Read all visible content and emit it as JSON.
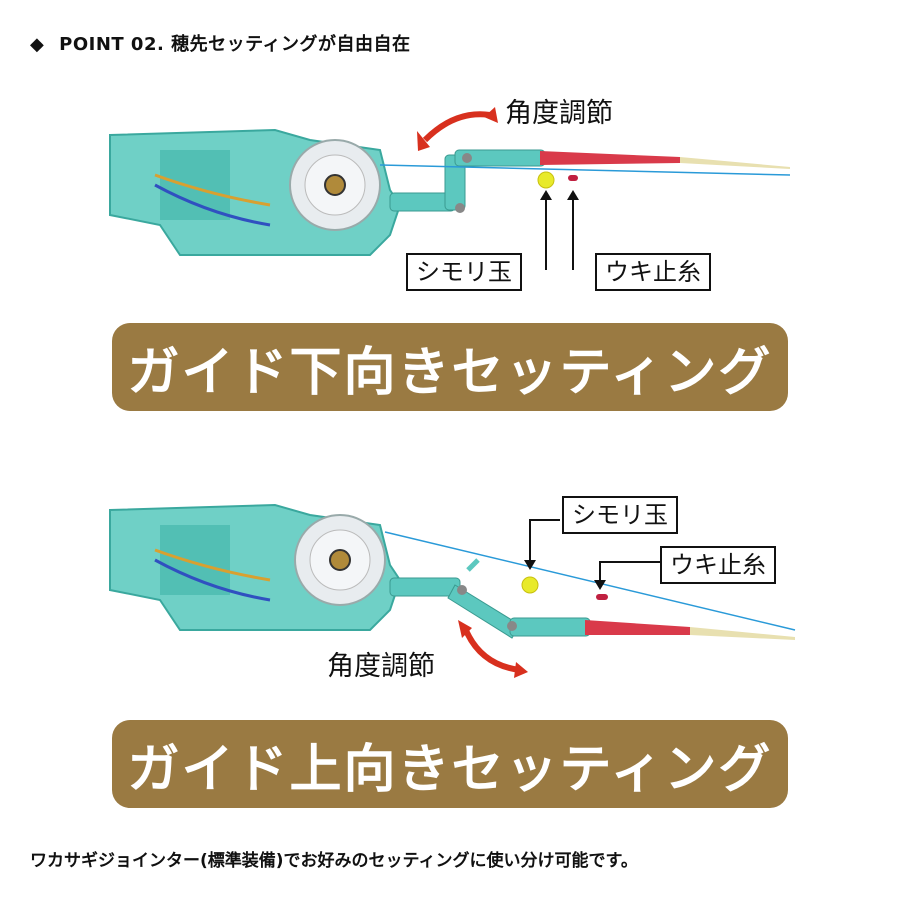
{
  "heading": {
    "marker": "◆",
    "text": "POINT 02. 穂先セッティングが自由自在"
  },
  "figure_down": {
    "angle_label": "角度調節",
    "callout_sinker": "シモリ玉",
    "callout_stopper": "ウキ止糸"
  },
  "banner_down": "ガイド下向きセッティング",
  "figure_up": {
    "angle_label": "角度調節",
    "callout_sinker": "シモリ玉",
    "callout_stopper": "ウキ止糸"
  },
  "banner_up": "ガイド上向きセッティング",
  "caption": "ワカサギジョインター(標準装備)でお好みのセッティングに使い分け可能です。",
  "colors": {
    "reel_body": "#5cc8bf",
    "rod_tip": "#d93a4a",
    "bead": "#e8ea2a",
    "line": "#2a9ad8",
    "arrow": "#d8301e",
    "banner": "#9a7a42"
  },
  "icons": [
    "diamond-marker-icon",
    "curved-arrow-icon"
  ]
}
